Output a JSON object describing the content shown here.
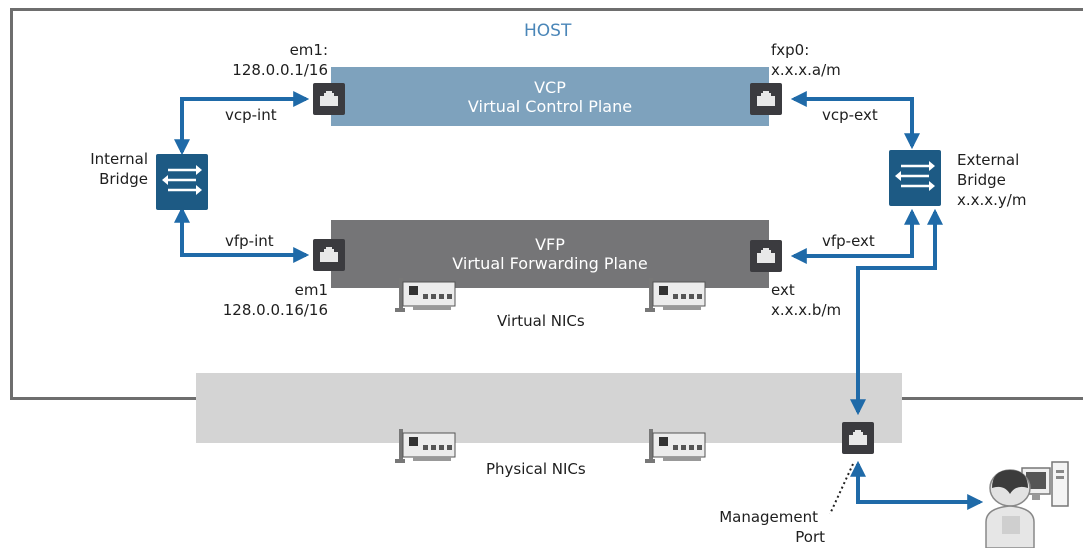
{
  "host": {
    "title": "HOST"
  },
  "vcp": {
    "line1": "VCP",
    "line2": "Virtual Control Plane"
  },
  "vfp": {
    "line1": "VFP",
    "line2": "Virtual Forwarding Plane"
  },
  "ports": {
    "vcp_em1": {
      "name": "em1:",
      "ip": "128.0.0.1/16"
    },
    "vcp_fxp0": {
      "name": "fxp0:",
      "ip": "x.x.x.a/m"
    },
    "vfp_em1": {
      "name": "em1",
      "ip": "128.0.0.16/16"
    },
    "vfp_ext": {
      "name": "ext",
      "ip": "x.x.x.b/m"
    }
  },
  "links": {
    "vcp_int": "vcp-int",
    "vcp_ext": "vcp-ext",
    "vfp_int": "vfp-int",
    "vfp_ext": "vfp-ext"
  },
  "internal_bridge": {
    "line1": "Internal",
    "line2": "Bridge"
  },
  "external_bridge": {
    "line1": "External",
    "line2": "Bridge",
    "ip": "x.x.x.y/m"
  },
  "virtual_nics": "Virtual NICs",
  "physical_nics": "Physical NICs",
  "management_port": {
    "line1": "Management",
    "line2": "Port"
  },
  "colors": {
    "host_border": "#6e6e6e",
    "vcp_fill": "#7ea2bd",
    "vfp_fill": "#757577",
    "physical_band": "#d4d4d4",
    "link_blue": "#1f6aa8",
    "bridge_fill": "#1d5a84",
    "port_fill": "#3b3b3f",
    "host_title": "#4a86b8"
  }
}
